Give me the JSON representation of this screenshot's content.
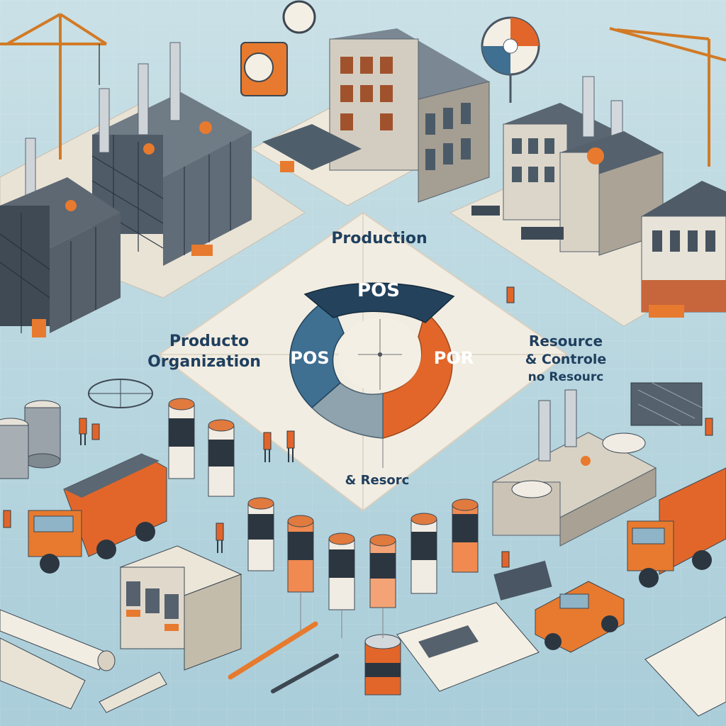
{
  "diagram": {
    "title_top": "Production",
    "left_label": {
      "line1": "Producto",
      "line2": "Organization"
    },
    "right_label": {
      "line1": "Resource",
      "line2": "& Controle",
      "line3": "no Resourc"
    },
    "bottom_label": "& Resorc",
    "ring": {
      "top": "POS",
      "left": "POS",
      "right": "POR"
    }
  },
  "colors": {
    "background": "#b8d6df",
    "plaza": "#f2ede2",
    "ring_navy": "#24425c",
    "ring_blue": "#3f6f91",
    "ring_orange": "#e2662a",
    "ring_gray": "#8ea3ae",
    "accent_orange": "#e77a2e",
    "label_navy": "#1f3f5e"
  }
}
